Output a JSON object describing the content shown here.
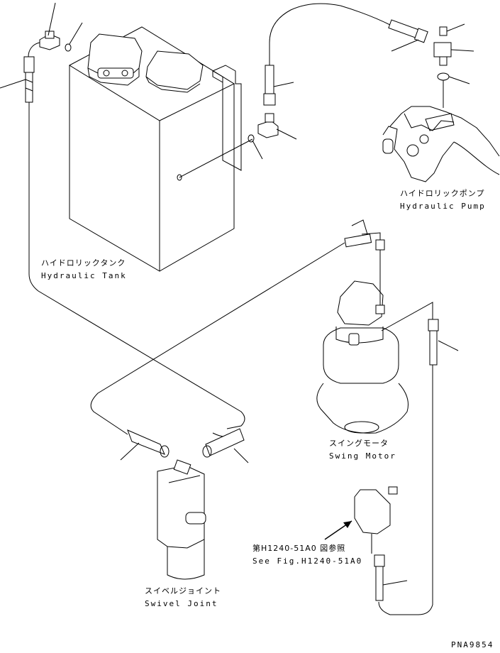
{
  "labels": {
    "hydraulic_tank": {
      "jp": "ハイドロリックタンク",
      "en": "Hydraulic Tank"
    },
    "hydraulic_pump": {
      "jp": "ハイドロリックポンプ",
      "en": "Hydraulic Pump"
    },
    "swing_motor": {
      "jp": "スイングモータ",
      "en": "Swing Motor"
    },
    "swivel_joint": {
      "jp": "スイベルジョイント",
      "en": "Swivel Joint"
    },
    "reference": {
      "jp": "第H1240-51A0 図参照",
      "en": "See Fig.H1240-51A0"
    }
  },
  "drawing_number": "PNA9854"
}
